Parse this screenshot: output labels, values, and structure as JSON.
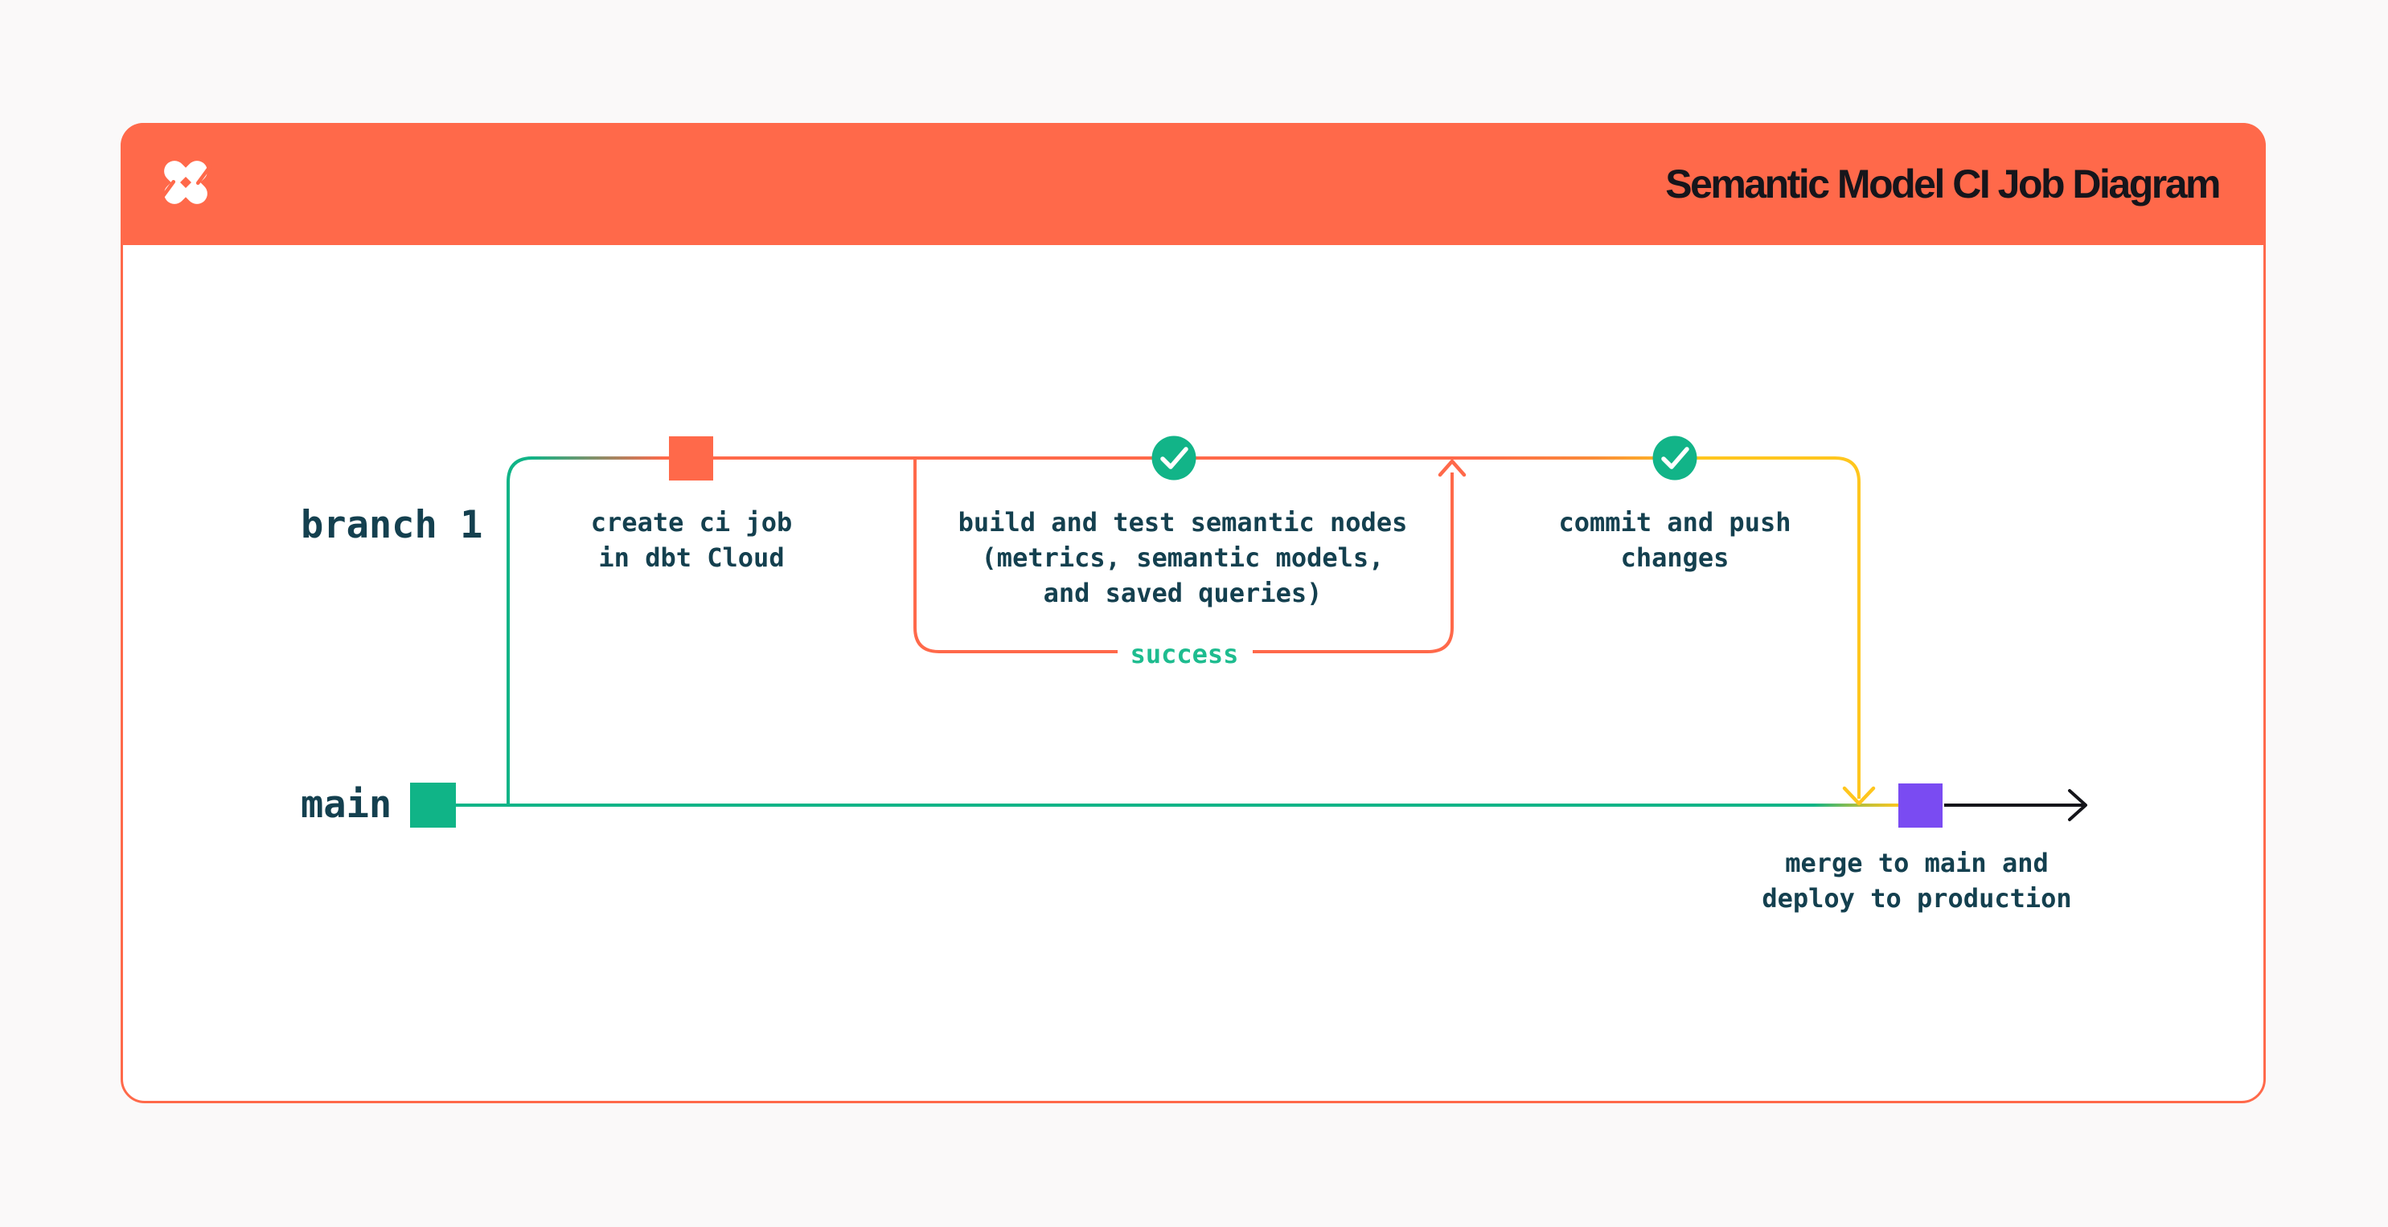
{
  "header": {
    "title": "Semantic Model CI Job Diagram",
    "logo": "dbt-logo"
  },
  "branches": {
    "branch1": {
      "label": "branch 1"
    },
    "main": {
      "label": "main"
    }
  },
  "nodes": {
    "create_ci_job": {
      "marker": "orange-commit-square",
      "lines": [
        "create ci job",
        "in dbt Cloud"
      ]
    },
    "build_test": {
      "marker": "check-circle",
      "lines": [
        "build and test semantic nodes",
        "(metrics, semantic models,",
        "and saved queries)"
      ]
    },
    "commit_push": {
      "marker": "check-circle",
      "lines": [
        "commit and push",
        "changes"
      ]
    },
    "merge_deploy": {
      "marker": "purple-commit-square",
      "lines": [
        "merge to main and",
        "deploy to production"
      ]
    }
  },
  "loop": {
    "label": "success"
  },
  "colors": {
    "coral": "#FF694A",
    "green": "#10B487",
    "success_green": "#1EBC8F",
    "yellow": "#FFC61E",
    "purple": "#7A4BF2",
    "label_ink": "#14404F",
    "title_ink": "#16151B",
    "flow_arrow": "#15151A",
    "card_bg": "#FFFFFF",
    "page_bg": "#FAF9F9"
  }
}
